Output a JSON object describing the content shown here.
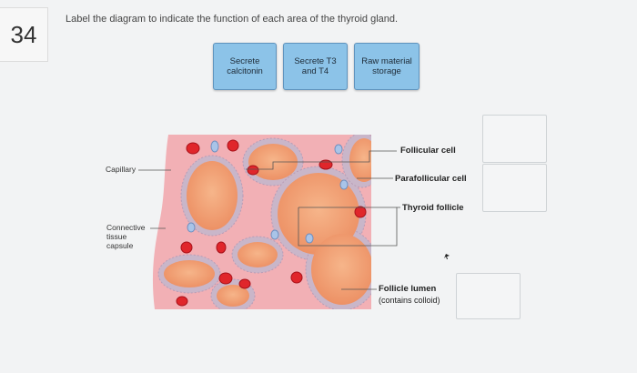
{
  "question": {
    "number": "34",
    "prompt": "Label the diagram to indicate the function of each area of the thyroid gland."
  },
  "drag_options": [
    {
      "line1": "Secrete",
      "line2": "calcitonin"
    },
    {
      "line1": "Secrete T3",
      "line2": "and T4"
    },
    {
      "line1": "Raw material",
      "line2": "storage"
    }
  ],
  "diagram_labels": {
    "capillary": "Capillary",
    "connective1": "Connective",
    "connective2": "tissue",
    "connective3": "capsule",
    "follicular_cell": "Follicular cell",
    "parafollicular_cell": "Parafollicular cell",
    "thyroid_follicle": "Thyroid follicle",
    "follicle_lumen": "Follicle lumen",
    "follicle_lumen_note": "(contains colloid)"
  },
  "colors": {
    "chip_fill": "#8cc3e8",
    "tissue_base": "#f0a8a8",
    "colloid": "#ef9a6f",
    "blood_cell": "#e02a2a"
  },
  "icons": [
    "cursor-arrow-icon"
  ]
}
